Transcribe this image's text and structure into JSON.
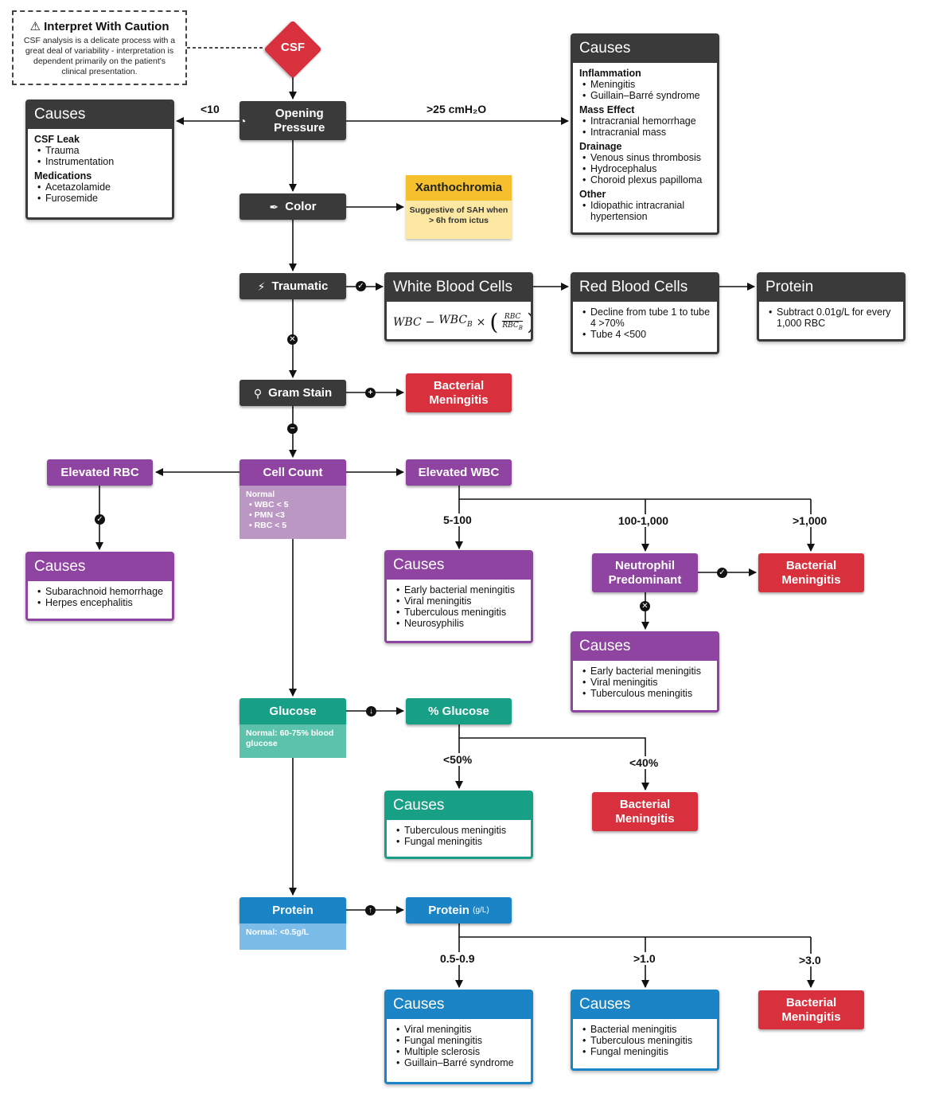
{
  "caution": {
    "title": "Interpret With Caution",
    "body": "CSF analysis is a delicate process with a great deal of variability - interpretation is dependent primarily on the patient's clinical presentation."
  },
  "csf": "CSF",
  "opening_pressure": {
    "label": "Opening Pressure",
    "low_label": "<10",
    "high_label": ">25 cmH₂O",
    "low_causes": {
      "title": "Causes",
      "groups": [
        {
          "name": "CSF Leak",
          "items": [
            "Trauma",
            "Instrumentation"
          ]
        },
        {
          "name": "Medications",
          "items": [
            "Acetazolamide",
            "Furosemide"
          ]
        }
      ]
    },
    "high_causes": {
      "title": "Causes",
      "groups": [
        {
          "name": "Inflammation",
          "items": [
            "Meningitis",
            "Guillain–Barré syndrome"
          ]
        },
        {
          "name": "Mass Effect",
          "items": [
            "Intracranial hemorrhage",
            "Intracranial mass"
          ]
        },
        {
          "name": "Drainage",
          "items": [
            "Venous sinus thrombosis",
            "Hydrocephalus",
            "Choroid plexus papilloma"
          ]
        },
        {
          "name": "Other",
          "items": [
            "Idiopathic intracranial hypertension"
          ]
        }
      ]
    }
  },
  "color": {
    "label": "Color",
    "xanthochromia": "Xanthochromia",
    "xanthochromia_note": "Suggestive of SAH when > 6h from ictus"
  },
  "traumatic": {
    "label": "Traumatic",
    "wbc": {
      "title": "White Blood Cells"
    },
    "rbc": {
      "title": "Red Blood Cells",
      "items": [
        "Decline from tube 1 to tube 4 >70%",
        "Tube 4 <500"
      ]
    },
    "protein": {
      "title": "Protein",
      "items": [
        "Subtract 0.01g/L for every 1,000 RBC"
      ]
    }
  },
  "gram_stain": {
    "label": "Gram Stain",
    "positive_result": "Bacterial Meningitis"
  },
  "cell_count": {
    "label": "Cell Count",
    "normal_title": "Normal",
    "normal_items": [
      "WBC < 5",
      "PMN <3",
      "RBC < 5"
    ],
    "elevated_rbc": "Elevated RBC",
    "elevated_rbc_causes": {
      "title": "Causes",
      "items": [
        "Subarachnoid hemorrhage",
        "Herpes encephalitis"
      ]
    },
    "elevated_wbc": "Elevated WBC",
    "range_low": "5-100",
    "range_mid": "100-1,000",
    "range_high": ">1,000",
    "low_causes": {
      "title": "Causes",
      "items": [
        "Early bacterial meningitis",
        "Viral meningitis",
        "Tuberculous meningitis",
        "Neurosyphilis"
      ]
    },
    "neutrophil": "Neutrophil Predominant",
    "neutrophil_yes": "Bacterial Meningitis",
    "neutrophil_no_causes": {
      "title": "Causes",
      "items": [
        "Early bacterial meningitis",
        "Viral meningitis",
        "Tuberculous meningitis"
      ]
    },
    "high_result": "Bacterial Meningitis"
  },
  "glucose": {
    "label": "Glucose",
    "normal": "Normal: 60-75% blood glucose",
    "pct_label": "% Glucose",
    "lt50": "<50%",
    "lt40": "<40%",
    "lt50_causes": {
      "title": "Causes",
      "items": [
        "Tuberculous meningitis",
        "Fungal meningitis"
      ]
    },
    "lt40_result": "Bacterial Meningitis"
  },
  "protein": {
    "label": "Protein",
    "normal": "Normal: <0.5g/L",
    "gl_label": "Protein",
    "gl_unit": "(g/L)",
    "r1": "0.5-0.9",
    "r2": ">1.0",
    "r3": ">3.0",
    "r1_causes": {
      "title": "Causes",
      "items": [
        "Viral meningitis",
        "Fungal meningitis",
        "Multiple sclerosis",
        "Guillain–Barré syndrome"
      ]
    },
    "r2_causes": {
      "title": "Causes",
      "items": [
        "Bacterial meningitis",
        "Tuberculous meningitis",
        "Fungal meningitis"
      ]
    },
    "r3_result": "Bacterial Meningitis"
  },
  "colors": {
    "dark": "#3a3a3a",
    "red": "#d9303e",
    "purple": "#8e44a0",
    "teal": "#17a085",
    "blue": "#1a84c7",
    "yellow": "#f5c02b"
  }
}
